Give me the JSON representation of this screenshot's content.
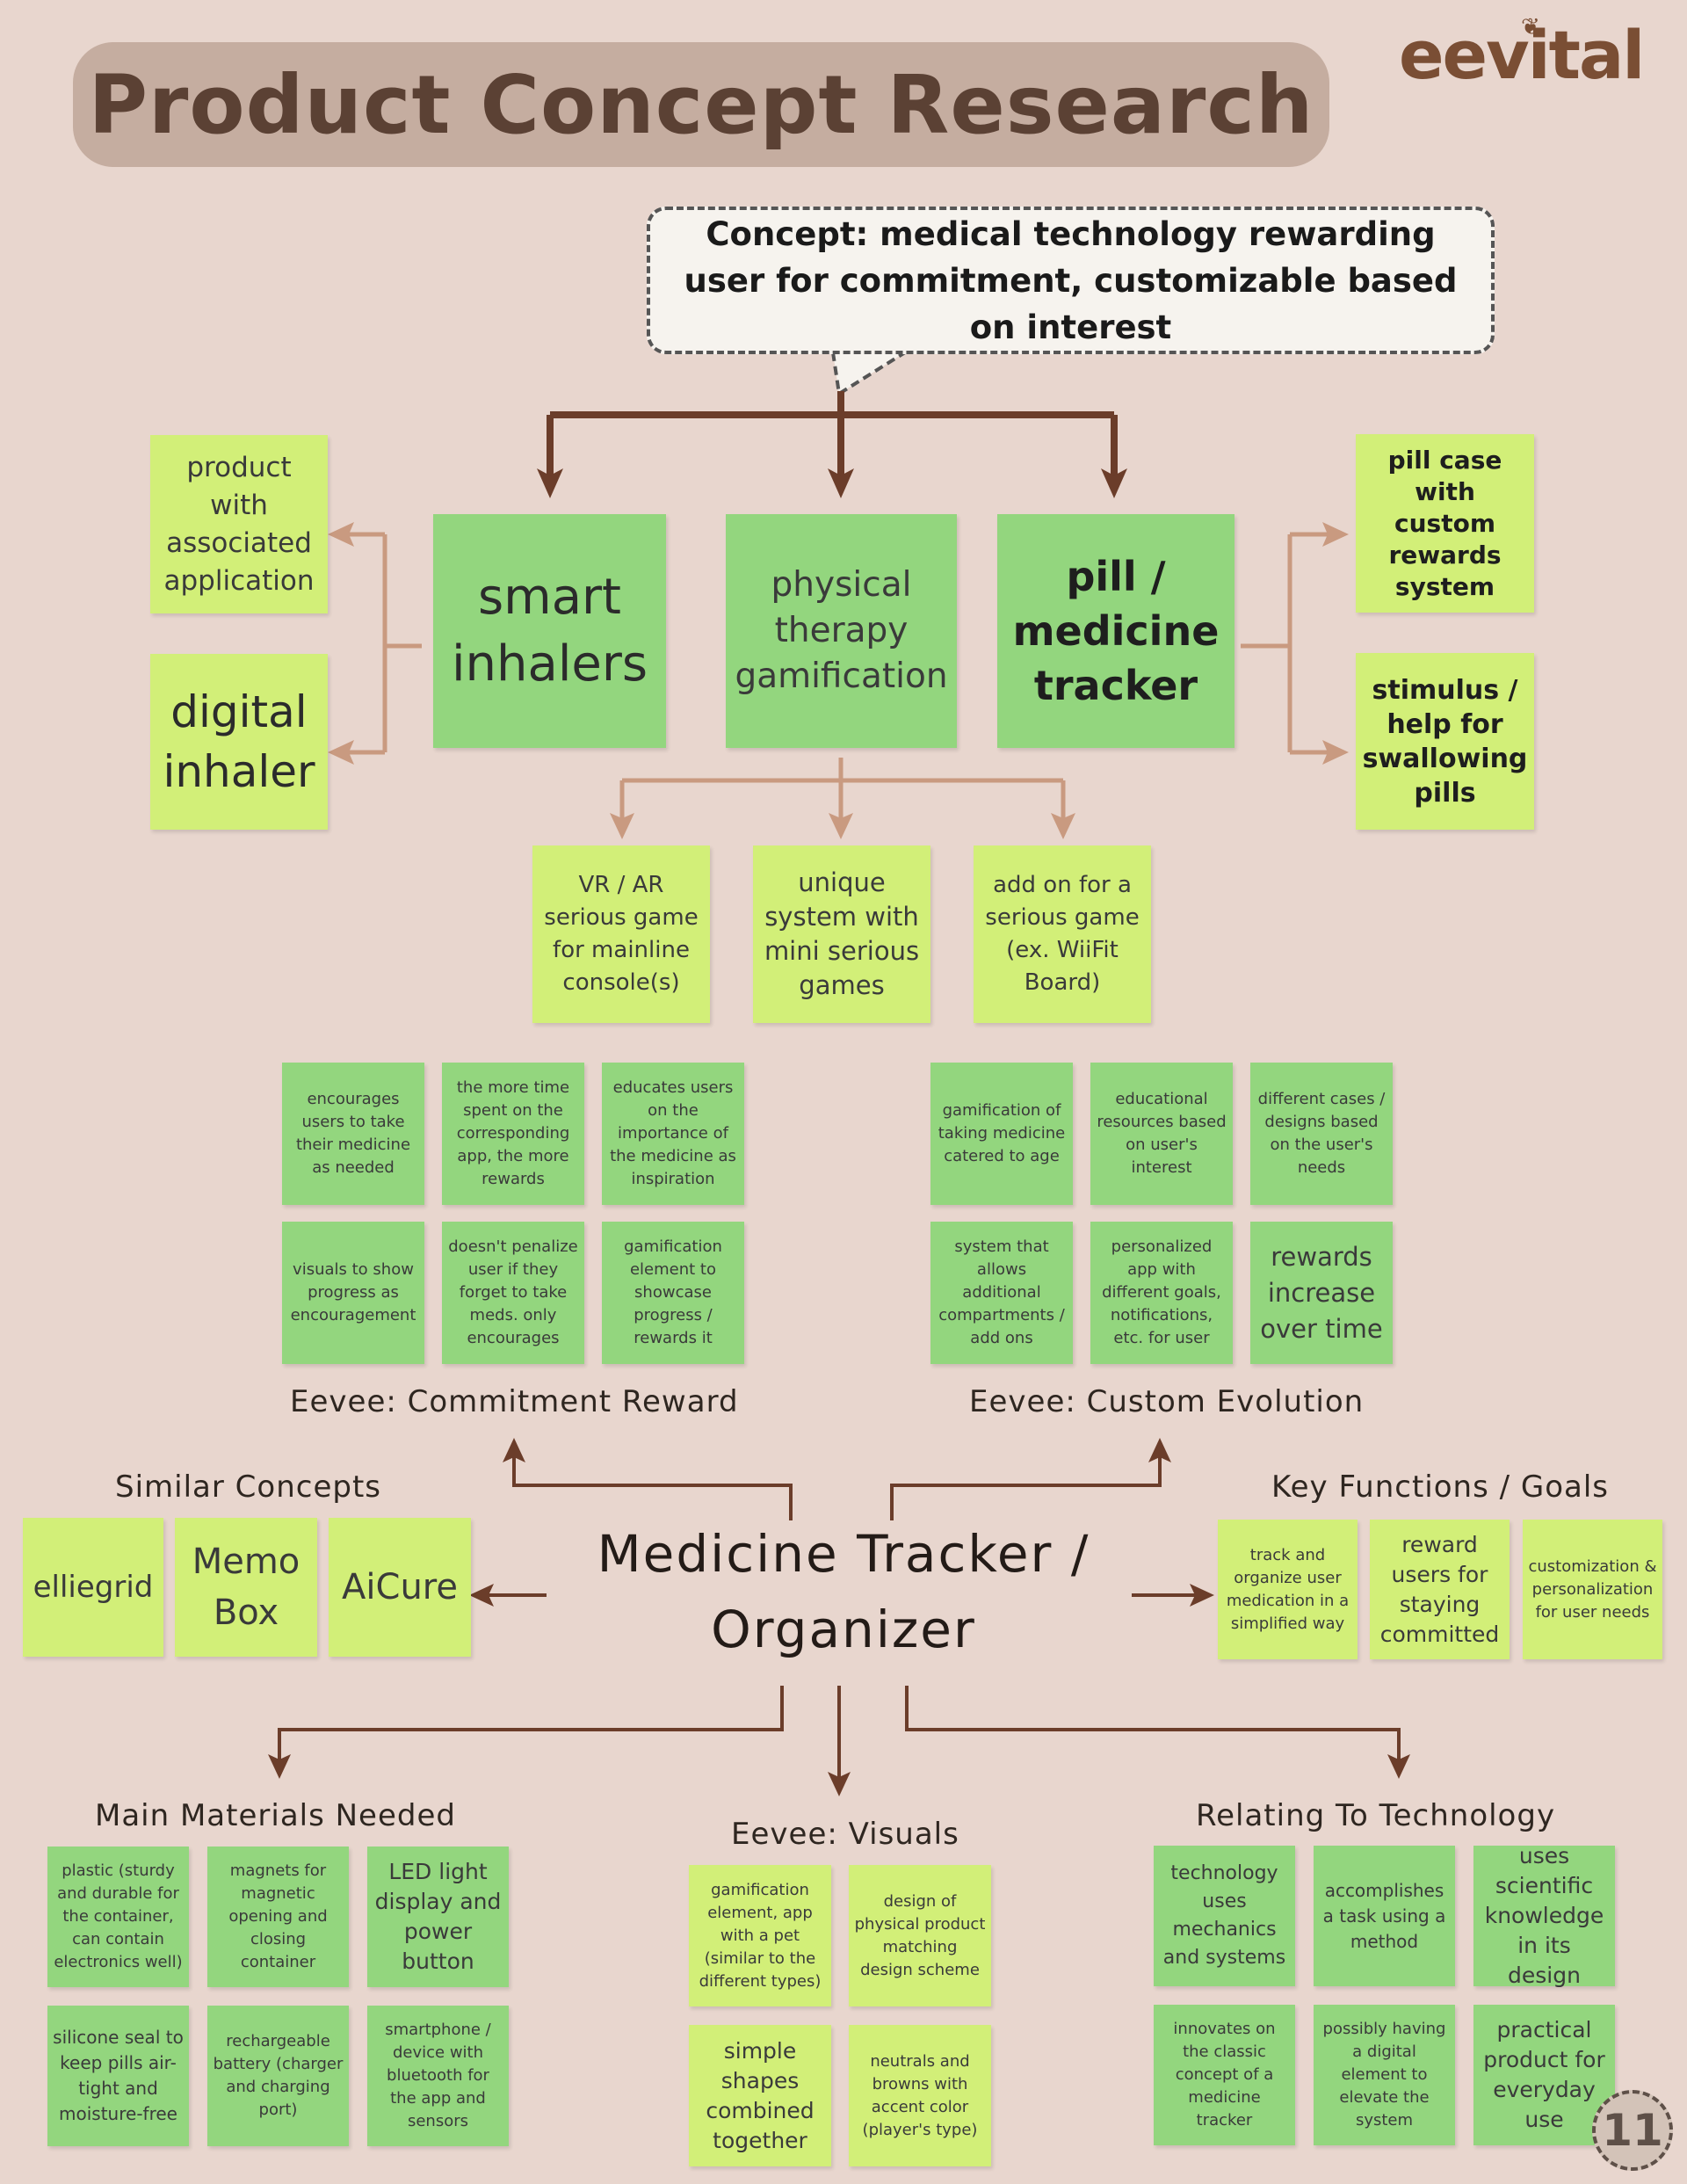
{
  "title": "Product Concept Research",
  "logo": "eevital",
  "concept": "Concept: medical technology rewarding user for commitment, customizable based on interest",
  "main_concepts": {
    "smart_inhalers": "smart inhalers",
    "physical_therapy": "physical therapy gamification",
    "pill_tracker": "pill / medicine tracker"
  },
  "inhaler_sub": [
    "product with associated application",
    "digital inhaler"
  ],
  "pill_sub": [
    "pill case with custom rewards system",
    "stimulus / help for swallowing pills"
  ],
  "pt_sub": [
    "VR / AR serious game for mainline console(s)",
    "unique system with mini serious games",
    "add on for a serious game (ex. WiiFit Board)"
  ],
  "commitment": {
    "label": "Eevee: Commitment Reward",
    "notes": [
      "encourages users to take their medicine as needed",
      "the more time spent on the corresponding app, the more rewards",
      "educates users on the importance of the medicine as inspiration",
      "visuals to show progress as encouragement",
      "doesn't penalize user if they forget to take meds. only encourages",
      "gamification element to showcase progress / rewards it"
    ]
  },
  "custom": {
    "label": "Eevee: Custom Evolution",
    "notes": [
      "gamification of taking medicine catered to age",
      "educational resources based on user's interest",
      "different cases / designs based on the user's needs",
      "system that allows additional compartments / add ons",
      "personalized app with different goals, notifications, etc. for user",
      "rewards increase over time"
    ]
  },
  "center_title": "Medicine Tracker / Organizer",
  "similar": {
    "label": "Similar Concepts",
    "items": [
      "elliegrid",
      "Memo Box",
      "AiCure"
    ]
  },
  "key_functions": {
    "label": "Key Functions / Goals",
    "items": [
      "track and organize user medication in a simplified way",
      "reward users for staying committed",
      "customization & personalization for user needs"
    ]
  },
  "materials": {
    "label": "Main Materials Needed",
    "notes": [
      "plastic (sturdy and durable for the container, can contain electronics well)",
      "magnets for magnetic opening and closing container",
      "LED light display and power button",
      "silicone seal to keep pills air-tight and moisture-free",
      "rechargeable battery (charger and charging port)",
      "smartphone / device with bluetooth for the app and sensors"
    ]
  },
  "visuals": {
    "label": "Eevee: Visuals",
    "notes": [
      "gamification element, app with a pet (similar to the different types)",
      "design of physical product matching design scheme",
      "simple shapes combined together",
      "neutrals and browns with accent color (player's type)"
    ]
  },
  "technology": {
    "label": "Relating To Technology",
    "notes": [
      "technology uses mechanics and systems",
      "accomplishes a task using a method",
      "uses scientific knowledge in its design",
      "innovates on the classic concept of a medicine tracker",
      "possibly having a digital element to elevate the system",
      "practical product for everyday use"
    ]
  },
  "page_number": "11",
  "colors": {
    "background": "#e8d6ce",
    "title_pill": "#c5ada0",
    "note_green": "#93d67e",
    "note_yellow": "#d2ef78",
    "arrow_dark": "#6b3d2a",
    "arrow_light": "#c99a80"
  },
  "icons": [
    "paw-icon"
  ]
}
